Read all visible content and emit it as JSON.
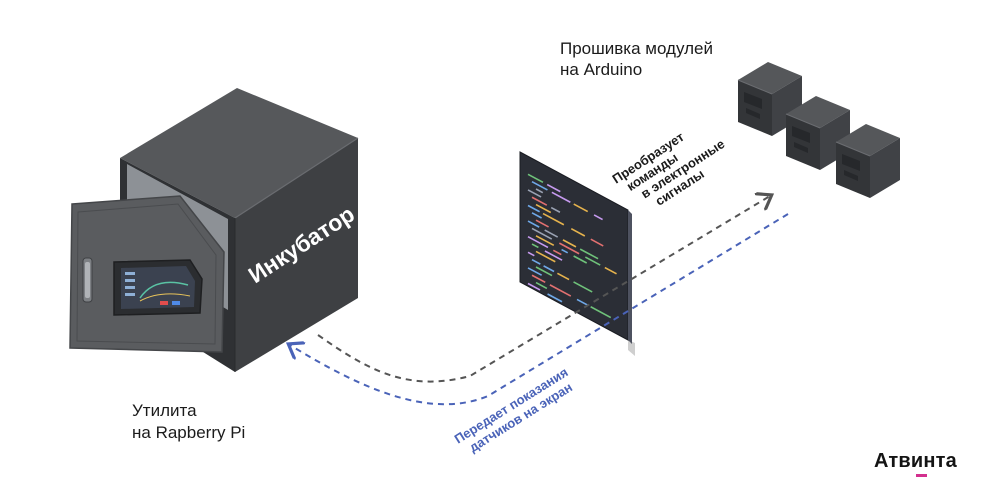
{
  "labels": {
    "arduino_title_line1": "Прошивка модулей",
    "arduino_title_line2": "на Arduino",
    "rpi_title_line1": "Утилита",
    "rpi_title_line2": "на Rapberry Pi",
    "incubator": "Инкубатор",
    "convert_line1": "Преобразует",
    "convert_line2": "команды",
    "convert_line3": "в электронные",
    "convert_line4": "сигналы",
    "transmit_line1": "Передает показания",
    "transmit_line2": "датчиков на экран"
  },
  "brand": {
    "logo": "Атвинта",
    "accent": "#d3308e"
  },
  "colors": {
    "incubator_body": "#3e4043",
    "incubator_top": "#55575a",
    "incubator_door": "#5b5d60",
    "code_panel": "#2b2e36",
    "module_body": "#3a3c3f",
    "arrow_gray": "#555555",
    "arrow_blue": "#4a63b8"
  }
}
